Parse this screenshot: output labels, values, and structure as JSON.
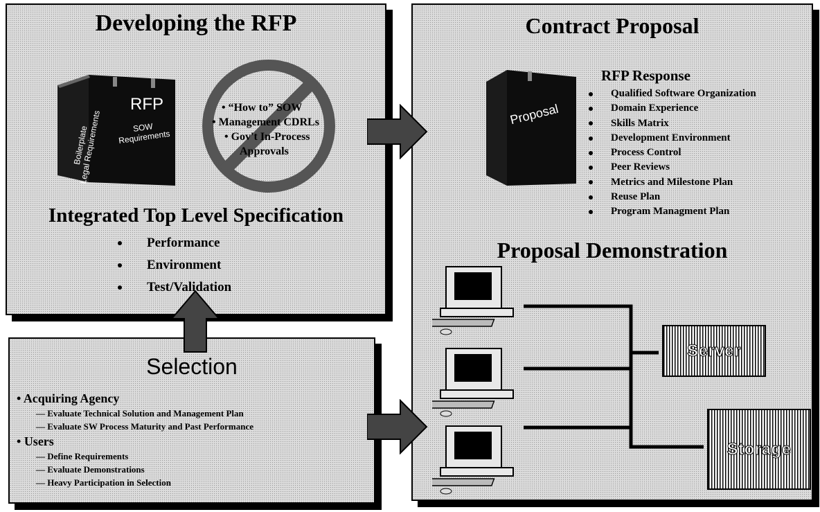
{
  "rfp_panel": {
    "title": "Developing the RFP",
    "binder_spine_line1": "Boilerplate",
    "binder_spine_line2": "Legal Requirements",
    "binder_title": "RFP",
    "binder_sub_line1": "SOW",
    "binder_sub_line2": "Requirements",
    "prohibited_items": [
      "“How to” SOW",
      "Management CDRLs",
      "Gov't In-Process",
      "Approvals"
    ],
    "spec_title": "Integrated Top Level Specification",
    "spec_items": [
      "Performance",
      "Environment",
      "Test/Validation"
    ]
  },
  "selection_panel": {
    "title": "Selection",
    "groups": [
      {
        "label": "Acquiring Agency",
        "items": [
          "Evaluate Technical Solution and Management Plan",
          "Evaluate SW Process Maturity and  Past Performance"
        ]
      },
      {
        "label": "Users",
        "items": [
          "Define Requirements",
          "Evaluate Demonstrations",
          "Heavy Participation in Selection"
        ]
      }
    ]
  },
  "contract_panel": {
    "title": "Contract Proposal",
    "binder_label": "Proposal",
    "response_title": "RFP Response",
    "response_items": [
      "Qualified Software Organization",
      "Domain Experience",
      "Skills Matrix",
      "Development Environment",
      "Process Control",
      "Peer Reviews",
      "Metrics and Milestone Plan",
      "Reuse Plan",
      "Program Managment Plan"
    ],
    "demo_title": "Proposal Demonstration",
    "server_label": "Server",
    "storage_label": "Storage"
  }
}
